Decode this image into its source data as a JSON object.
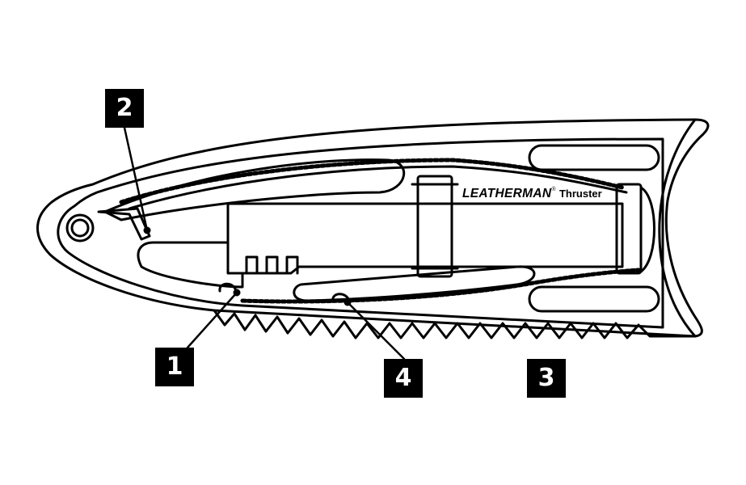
{
  "diagram": {
    "callouts": [
      {
        "id": "1",
        "label": "1"
      },
      {
        "id": "2",
        "label": "2"
      },
      {
        "id": "3",
        "label": "3"
      },
      {
        "id": "4",
        "label": "4"
      }
    ],
    "brand": {
      "name": "LEATHERMAN",
      "registered": "®",
      "model": "Thruster"
    },
    "colors": {
      "stroke": "#000000",
      "background": "#ffffff",
      "callout_fill": "#000000",
      "callout_text": "#ffffff"
    }
  }
}
